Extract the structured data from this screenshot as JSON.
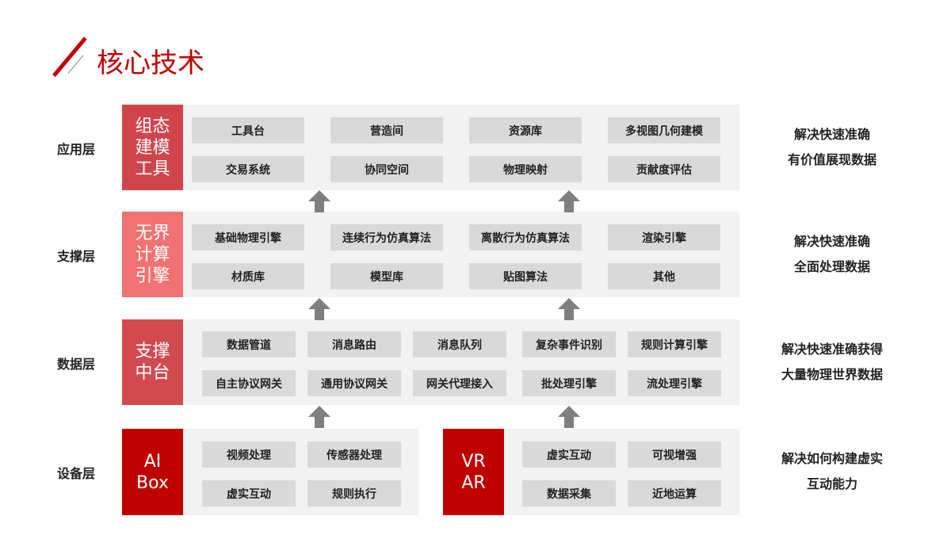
{
  "title": "核心技术",
  "layers": [
    {
      "name": "应用层",
      "block": [
        "组态",
        "建模",
        "工具"
      ],
      "color": "#d0454b",
      "cells": [
        "工具台",
        "营造间",
        "资源库",
        "多视图几何建模",
        "交易系统",
        "协同空间",
        "物理映射",
        "贡献度评估"
      ],
      "desc": [
        "解决快速准确",
        "有价值展现数据"
      ]
    },
    {
      "name": "支撑层",
      "block": [
        "无界",
        "计算",
        "引擎"
      ],
      "color": "#f07272",
      "cells": [
        "基础物理引擎",
        "连续行为仿真算法",
        "离散行为仿真算法",
        "渲染引擎",
        "材质库",
        "模型库",
        "贴图算法",
        "其他"
      ],
      "desc": [
        "解决快速准确",
        "全面处理数据"
      ]
    },
    {
      "name": "数据层",
      "block": [
        "支撑",
        "中台"
      ],
      "color": "#d04a50",
      "cells": [
        "数据管道",
        "消息路由",
        "消息队列",
        "复杂事件识别",
        "规则计算引擎",
        "自主协议网关",
        "通用协议网关",
        "网关代理接入",
        "批处理引擎",
        "流处理引擎"
      ],
      "desc": [
        "解决快速准确获得",
        "大量物理世界数据"
      ]
    },
    {
      "name": "设备层",
      "desc": [
        "解决如何构建虚实",
        "互动能力"
      ],
      "groups": [
        {
          "block": [
            "AI",
            "Box"
          ],
          "color": "#c00000",
          "cells": [
            "视频处理",
            "传感器处理",
            "虚实互动",
            "规则执行"
          ]
        },
        {
          "block": [
            "VR",
            "AR"
          ],
          "color": "#c00000",
          "cells": [
            "虚实互动",
            "可视增强",
            "数据采集",
            "近地运算"
          ]
        }
      ]
    }
  ]
}
